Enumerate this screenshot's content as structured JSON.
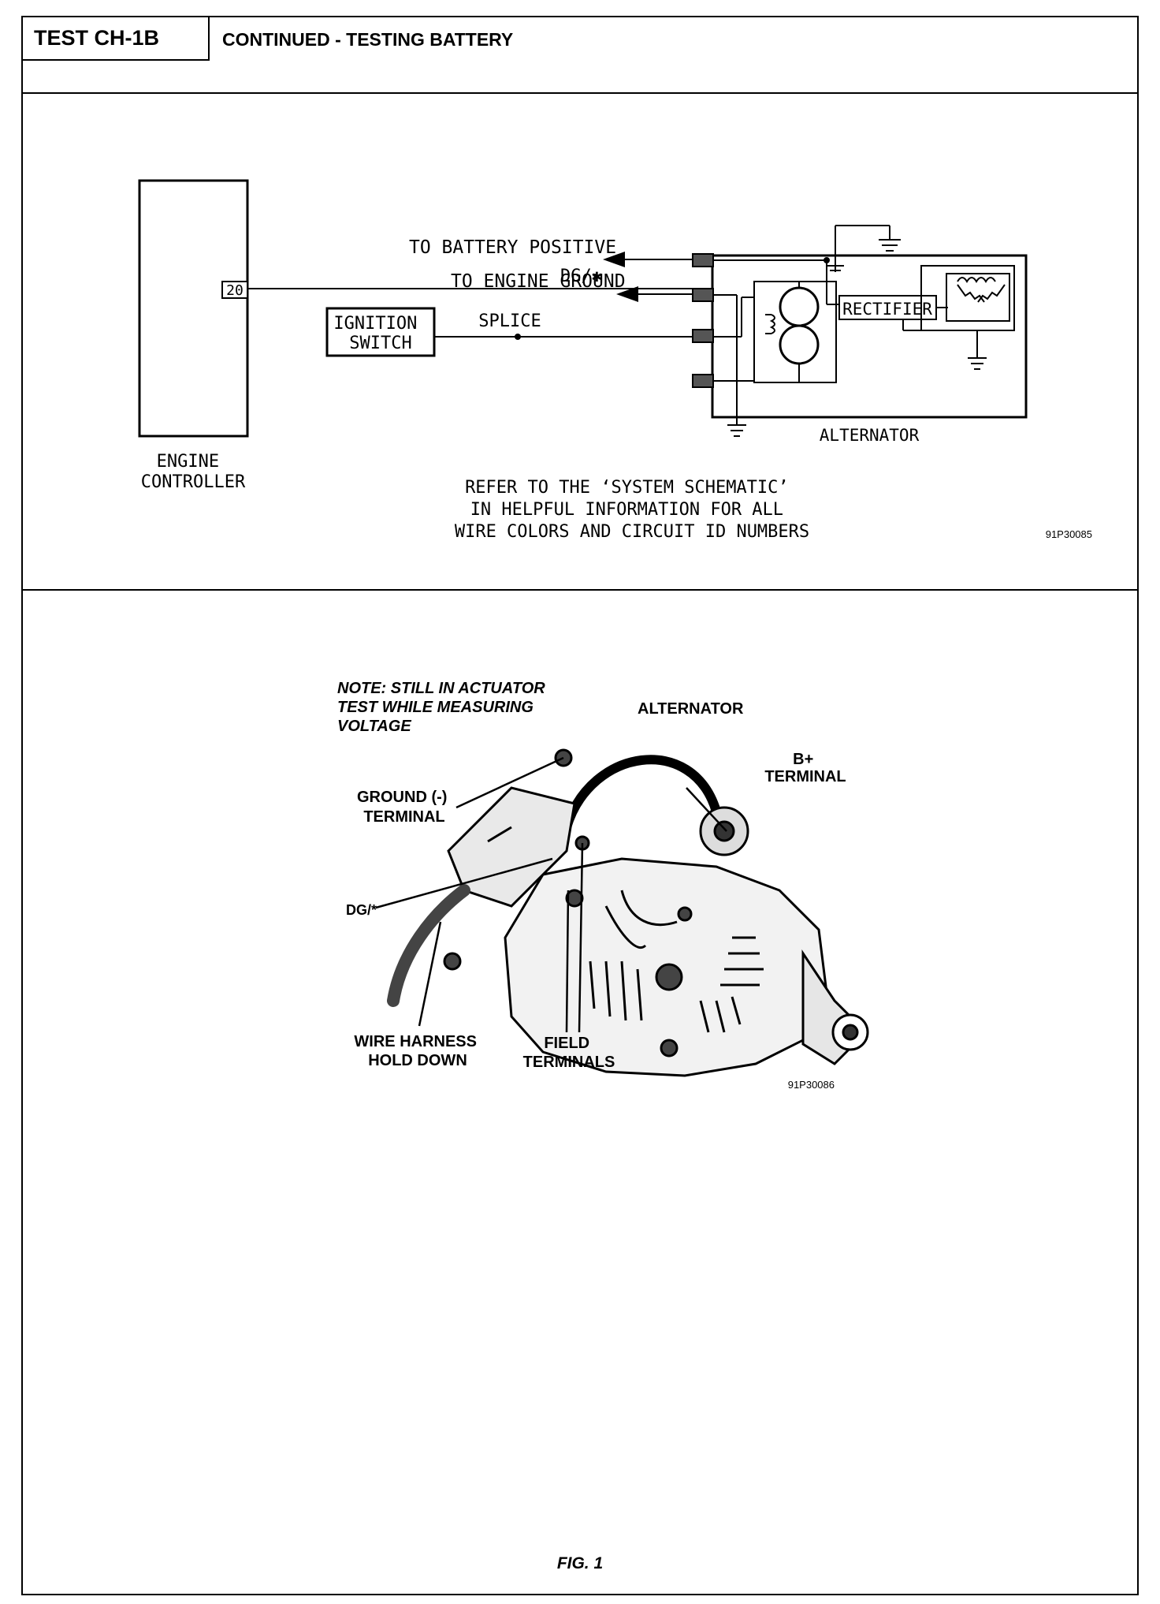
{
  "header": {
    "test_id": "TEST CH-1B",
    "title": "CONTINUED - TESTING BATTERY"
  },
  "schematic": {
    "engine_controller": "ENGINE\nCONTROLLER",
    "pin_number": "20",
    "ignition_switch": "IGNITION\nSWITCH",
    "splice": "SPLICE",
    "wire_color": "DG/✱",
    "to_battery_positive": "TO BATTERY POSITIVE",
    "to_engine_ground": "TO ENGINE GROUND",
    "rectifier": "RECTIFIER",
    "alternator": "ALTERNATOR",
    "note": "REFER TO THE ‘SYSTEM SCHEMATIC’\nIN HELPFUL INFORMATION FOR ALL\nWIRE COLORS AND CIRCUIT ID NUMBERS",
    "figure_id": "91P30085"
  },
  "photo": {
    "note": "NOTE:  STILL IN ACTUATOR\nTEST WHILE MEASURING\nVOLTAGE",
    "alternator": "ALTERNATOR",
    "b_plus_terminal": "B+\nTERMINAL",
    "ground_terminal": "GROUND (-)\nTERMINAL",
    "dg_wire": "DG/*",
    "wire_harness_hold_down": "WIRE HARNESS\nHOLD DOWN",
    "field_terminals": "FIELD\nTERMINALS",
    "figure_id": "91P30086"
  },
  "figure_caption": "FIG. 1"
}
